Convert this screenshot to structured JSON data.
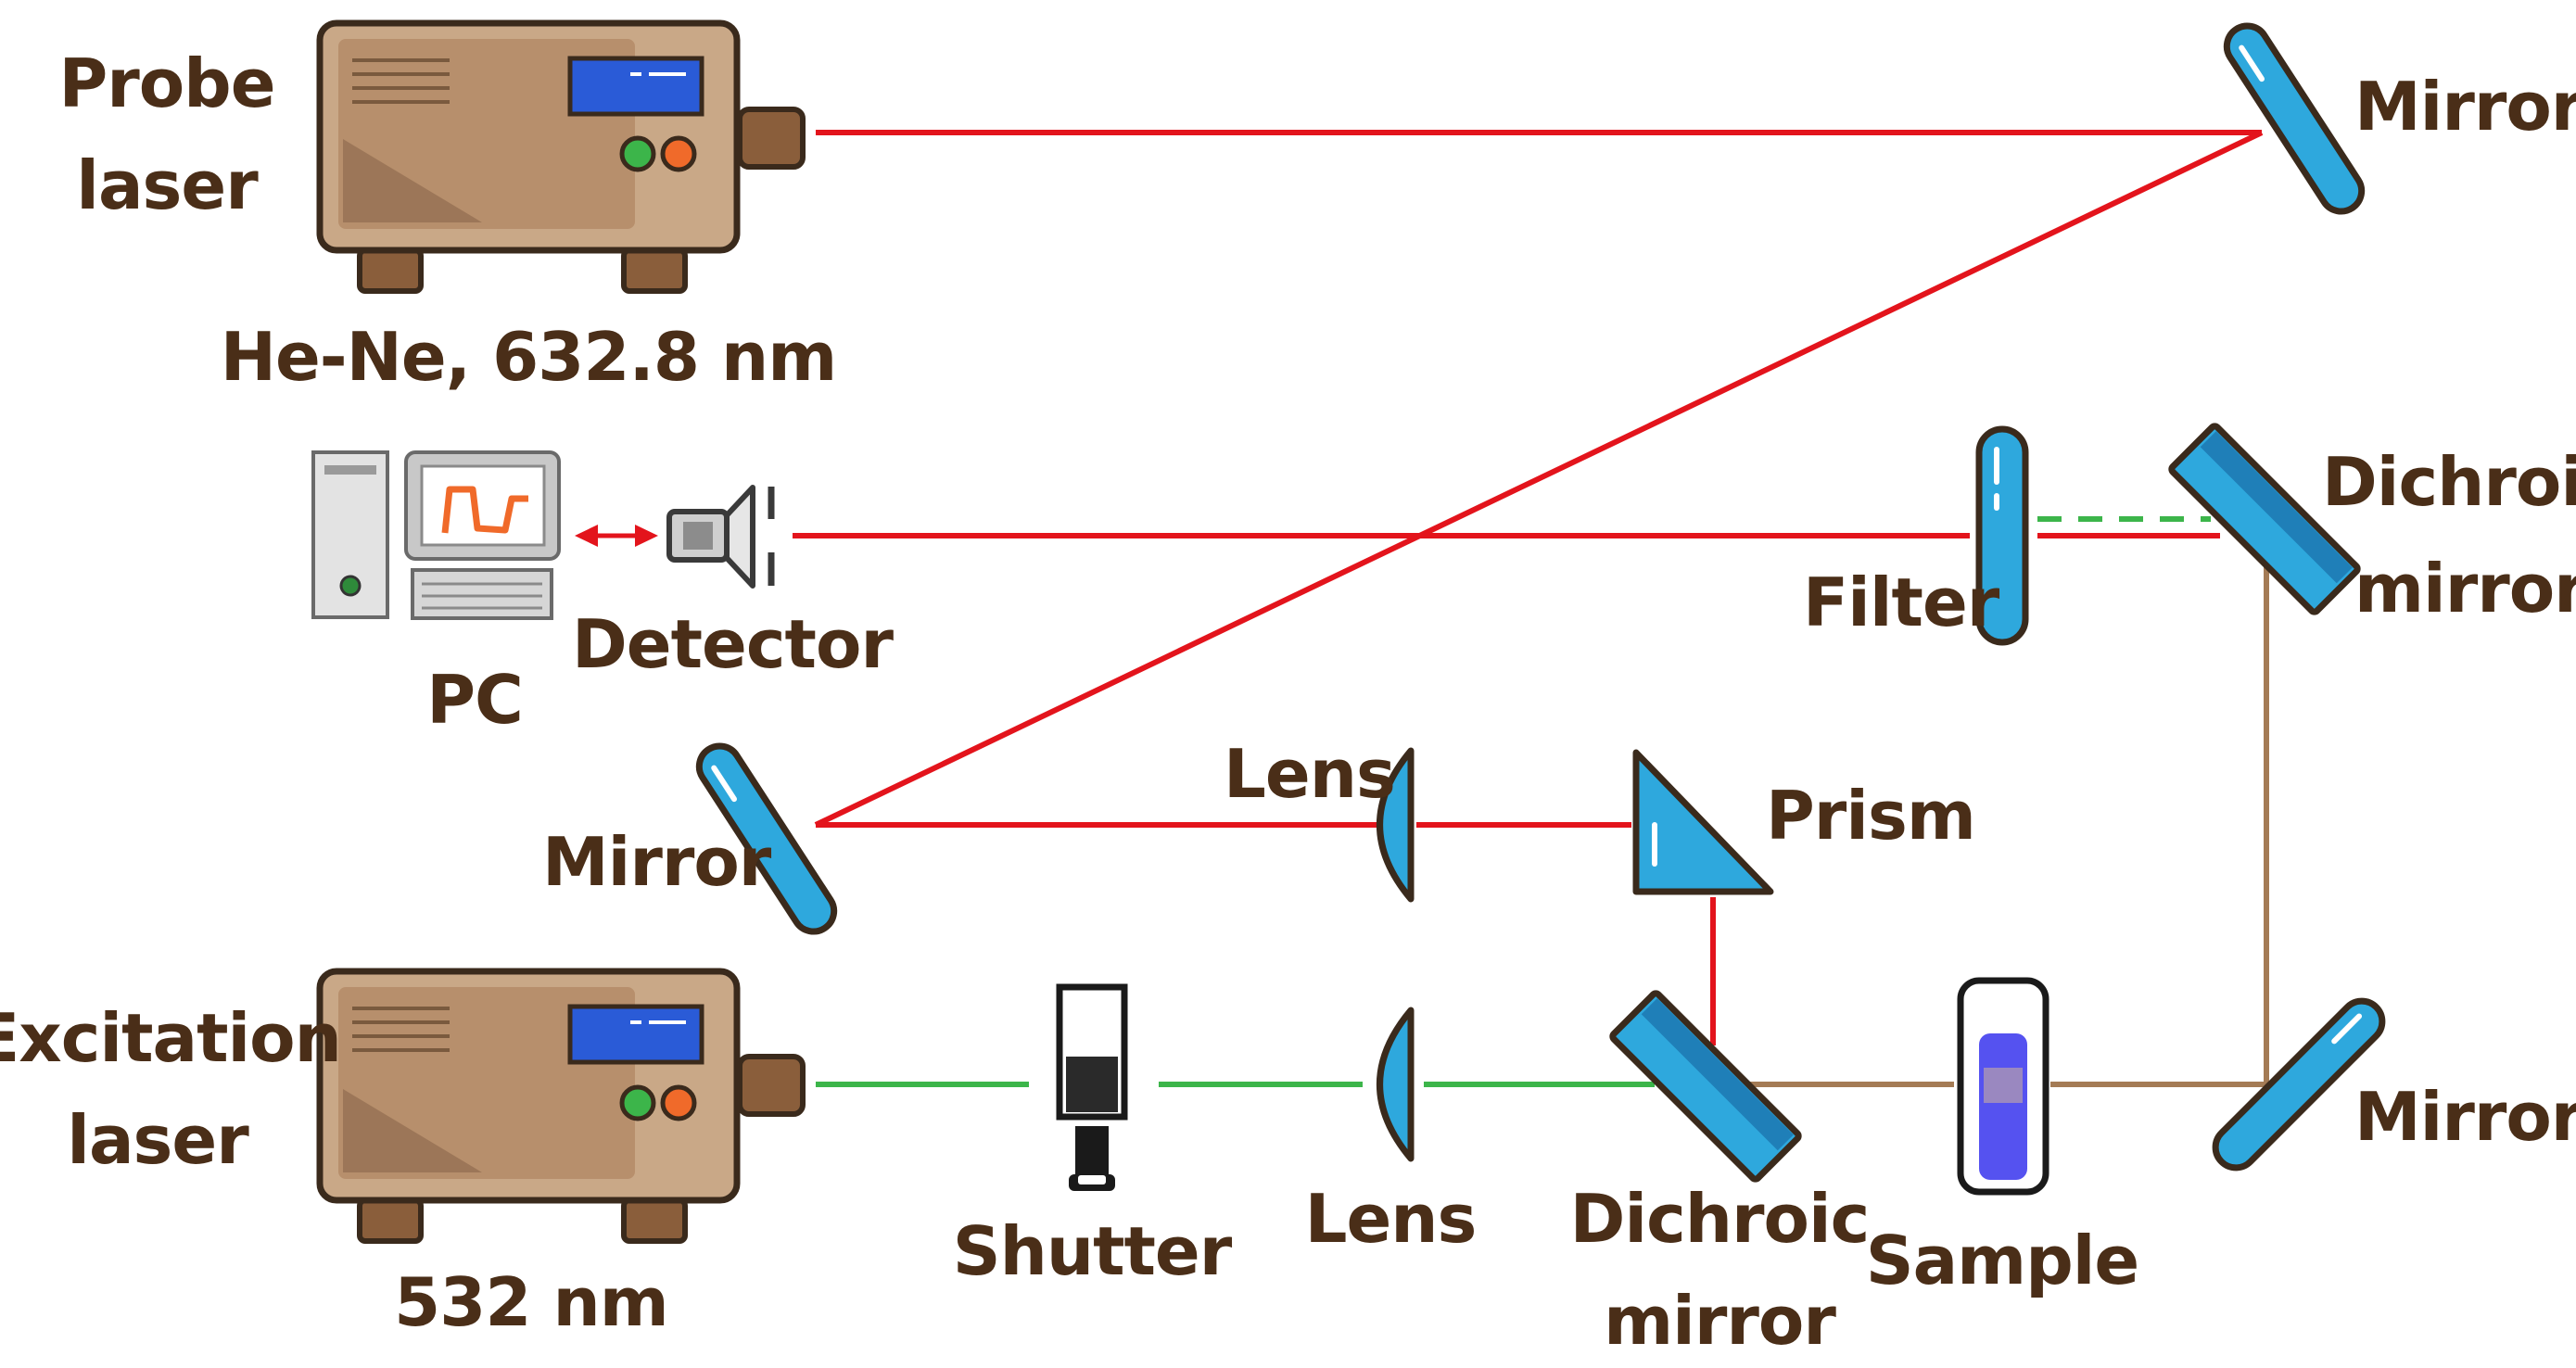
{
  "labels": {
    "probe_laser_line1": "Probe",
    "probe_laser_line2": "laser",
    "probe_spec": "He-Ne, 632.8 nm",
    "excitation_laser_line1": "Excitation",
    "excitation_laser_line2": "laser",
    "excitation_spec": "532 nm",
    "mirror_top": "Mirror",
    "mirror_left": "Mirror",
    "mirror_bottom_right": "Mirror",
    "dichroic_top_line1": "Dichroic",
    "dichroic_top_line2": "mirror",
    "dichroic_bottom_line1": "Dichroic",
    "dichroic_bottom_line2": "mirror",
    "filter": "Filter",
    "detector": "Detector",
    "pc": "PC",
    "lens_top": "Lens",
    "lens_bottom": "Lens",
    "prism": "Prism",
    "shutter": "Shutter",
    "sample": "Sample"
  },
  "colors": {
    "probe_beam": "#e3141c",
    "excitation_beam": "#3cb54a",
    "signal_path": "#a47b55",
    "optic": "#2ea8dd",
    "laser_body": "#c9a887",
    "label_text": "#4a2e18"
  },
  "icons": {
    "laser": "laser-box-icon",
    "pc": "desktop-computer-icon",
    "detector": "photodetector-icon",
    "shutter": "shutter-icon",
    "sample": "cuvette-icon"
  }
}
